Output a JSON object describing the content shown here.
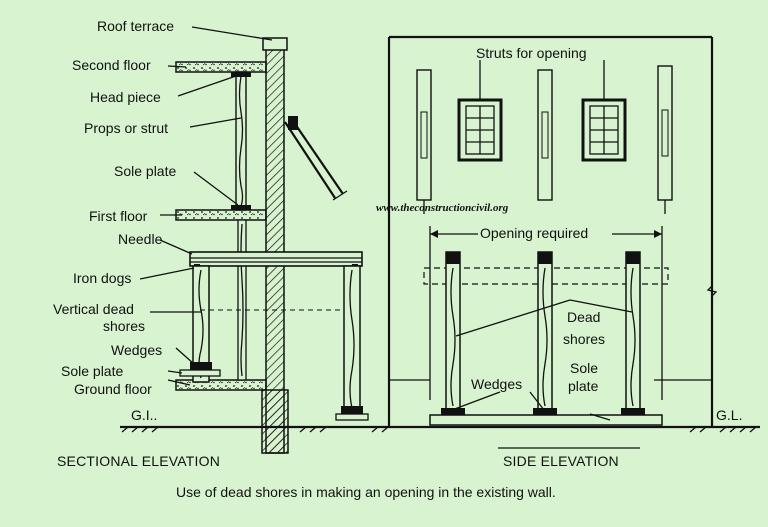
{
  "colors": {
    "background": "#d8f3cf",
    "ink": "#111111"
  },
  "sectional": {
    "title": "SECTIONAL ELEVATION",
    "labels": {
      "roof_terrace": "Roof terrace",
      "second_floor": "Second floor",
      "head_piece": "Head piece",
      "props_or_strut": "Props or strut",
      "sole_plate_upper": "Sole plate",
      "first_floor": "First floor",
      "needle": "Needle",
      "iron_dogs": "Iron dogs",
      "vertical_dead_shores_1": "Vertical dead",
      "vertical_dead_shores_2": "shores",
      "wedges": "Wedges",
      "sole_plate_lower": "Sole plate",
      "ground_floor": "Ground floor",
      "gl": "G.I.."
    }
  },
  "side": {
    "title": "SIDE ELEVATION",
    "labels": {
      "struts_for_opening": "Struts for opening",
      "opening_required": "Opening required",
      "dead_shores_1": "Dead",
      "dead_shores_2": "shores",
      "wedges": "Wedges",
      "sole_plate_1": "Sole",
      "sole_plate_2": "plate",
      "gl": "G.L."
    }
  },
  "watermark": "www.theconstructioncivil.org",
  "caption": "Use of dead shores in making an opening in the existing wall."
}
